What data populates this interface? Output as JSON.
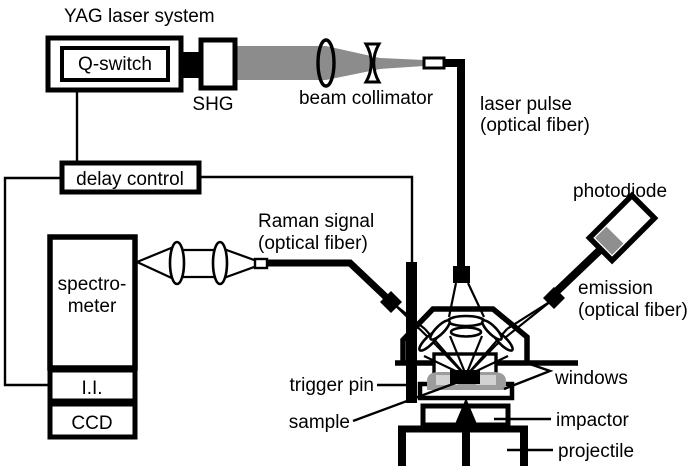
{
  "title": "YAG laser system",
  "boxes": {
    "q_switch": "Q-switch",
    "shg": "SHG",
    "delay_control": "delay control",
    "spectrometer": {
      "line1": "spectro-",
      "line2": "meter"
    },
    "image_intensifier": "I.I.",
    "ccd": "CCD"
  },
  "labels": {
    "beam_collimator": "beam collimator",
    "laser_pulse": {
      "line1": "laser pulse",
      "line2": "(optical fiber)"
    },
    "raman_signal": {
      "line1": "Raman signal",
      "line2": "(optical fiber)"
    },
    "photodiode": "photodiode",
    "emission": {
      "line1": "emission",
      "line2": "(optical fiber)"
    },
    "trigger_pin": "trigger pin",
    "sample": "sample",
    "windows": "windows",
    "impactor": "impactor",
    "projectile": "projectile"
  },
  "colors": {
    "background": "#ffffff",
    "ink": "#000000",
    "beam_gray": "#8c8c8c",
    "dome_gray": "#9c9c9c",
    "window_gray": "#d2d2d2",
    "sensor_gray": "#8f8f8f"
  }
}
